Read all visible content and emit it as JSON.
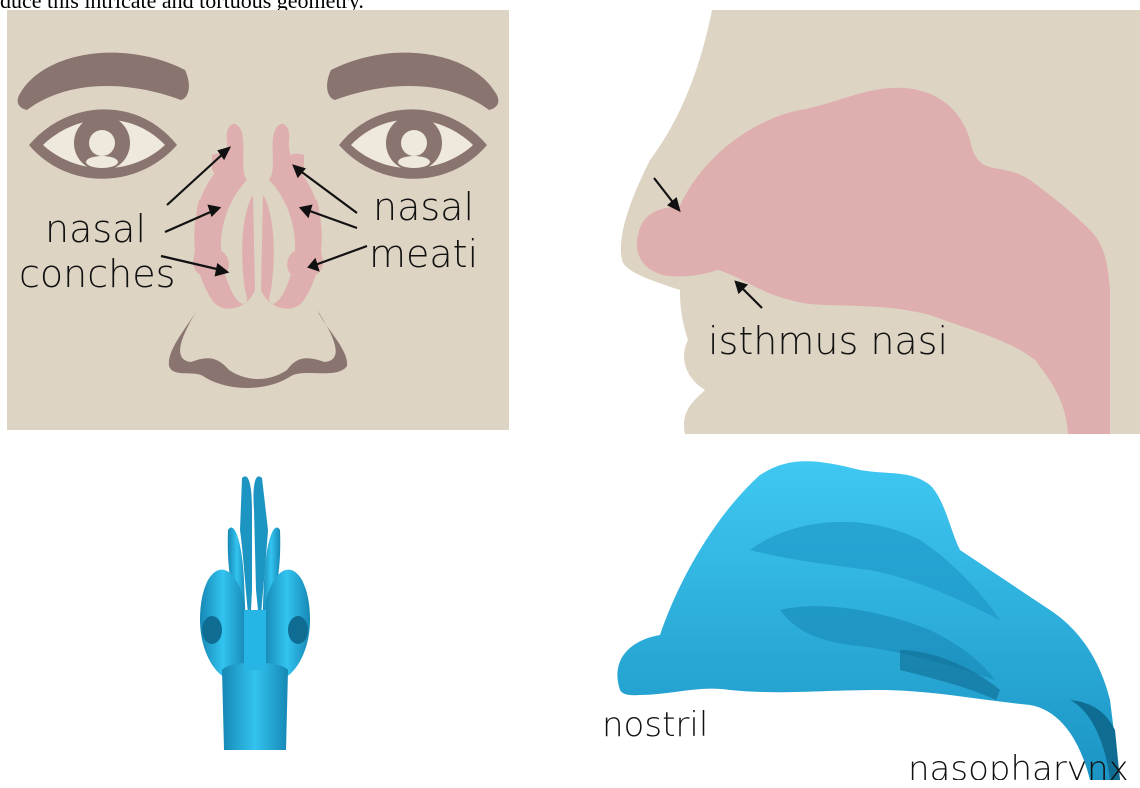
{
  "caption_fragment": "duce this intricate and tortuous geometry.",
  "front_panel": {
    "label_left_1": "nasal",
    "label_left_2": "conches",
    "label_right_1": "nasal",
    "label_right_2": "meati"
  },
  "side_panel": {
    "label": "isthmus nasi"
  },
  "model_side_panel": {
    "label_nostril": "nostril",
    "label_nasopharynx": "nasopharynx"
  },
  "colors": {
    "skin": "#ddd4c4",
    "cavity": "#deafae",
    "features": "#8a7470",
    "model": "#27b5e6"
  }
}
